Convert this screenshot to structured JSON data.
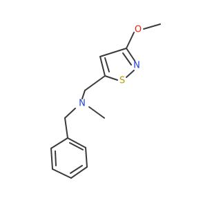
{
  "molecule": {
    "atoms": {
      "methoxy_o": {
        "label": "O",
        "color": "#e8200b"
      },
      "ring_s": {
        "label": "S",
        "color": "#b59a00"
      },
      "ring_n": {
        "label": "N",
        "color": "#1c3fe0"
      },
      "amine_n": {
        "label": "N",
        "color": "#1c3fe0"
      }
    },
    "bond_color": "#3a3a3a"
  }
}
